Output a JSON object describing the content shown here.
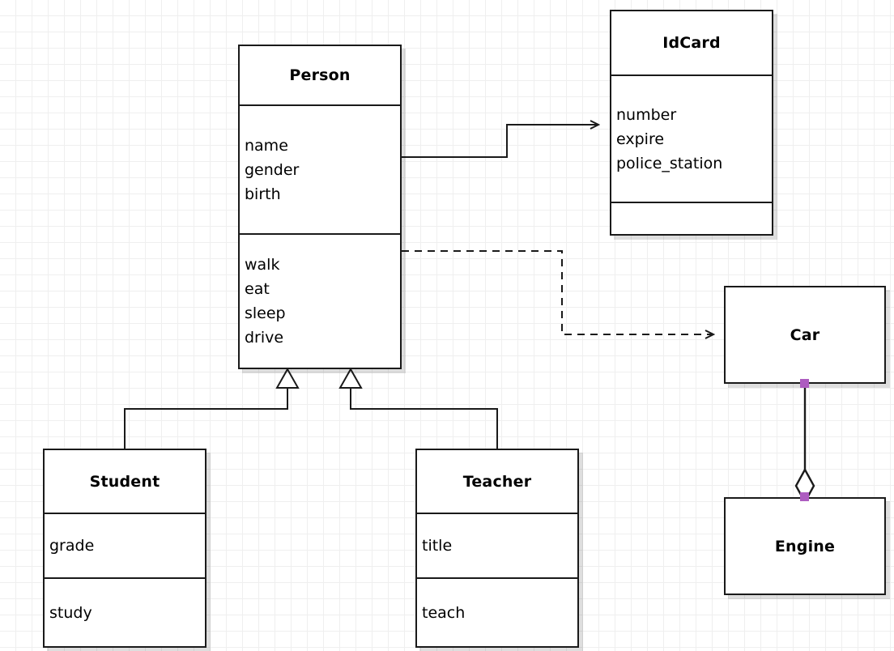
{
  "diagram": {
    "kind": "uml-class-diagram",
    "background": "#ffffff",
    "grid_color": "#efefef",
    "line_color": "#1a1a1a",
    "handle_color": "#ad5cc0",
    "classes": [
      {
        "id": "person",
        "name": "Person",
        "attributes": [
          "name",
          "gender",
          "birth"
        ],
        "operations": [
          "walk",
          "eat",
          "sleep",
          "drive"
        ]
      },
      {
        "id": "idcard",
        "name": "IdCard",
        "attributes": [
          "number",
          "expire",
          "police_station"
        ],
        "operations": []
      },
      {
        "id": "student",
        "name": "Student",
        "attributes": [
          "grade"
        ],
        "operations": [
          "study"
        ]
      },
      {
        "id": "teacher",
        "name": "Teacher",
        "attributes": [
          "title"
        ],
        "operations": [
          "teach"
        ]
      },
      {
        "id": "car",
        "name": "Car",
        "attributes": [],
        "operations": []
      },
      {
        "id": "engine",
        "name": "Engine",
        "attributes": [],
        "operations": []
      }
    ],
    "relations": [
      {
        "id": "person-idcard",
        "type": "association",
        "from": "person",
        "to": "idcard",
        "style": "solid",
        "arrow": "open"
      },
      {
        "id": "person-car",
        "type": "dependency",
        "from": "person",
        "to": "car",
        "style": "dashed",
        "arrow": "open"
      },
      {
        "id": "student-person",
        "type": "generalization",
        "from": "student",
        "to": "person",
        "style": "solid",
        "arrow": "hollow-triangle"
      },
      {
        "id": "teacher-person",
        "type": "generalization",
        "from": "teacher",
        "to": "person",
        "style": "solid",
        "arrow": "hollow-triangle"
      },
      {
        "id": "car-engine",
        "type": "aggregation",
        "from": "car",
        "to": "engine",
        "style": "solid",
        "arrow": "hollow-diamond",
        "selected": true
      }
    ]
  }
}
